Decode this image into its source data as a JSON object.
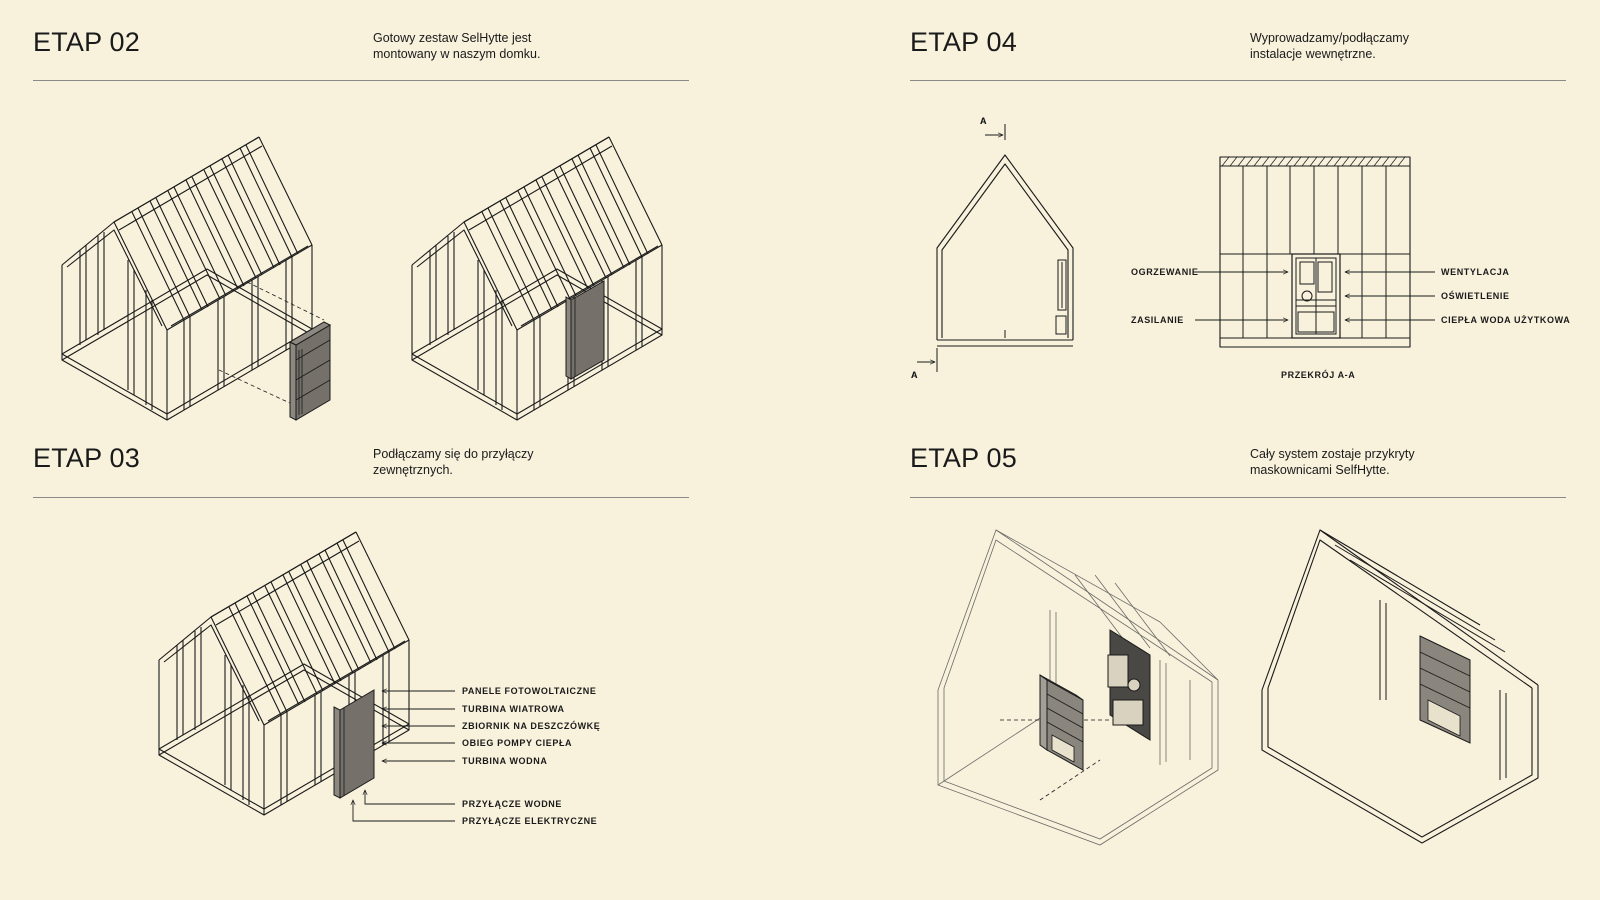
{
  "etap02": {
    "title": "ETAP 02",
    "desc_line1": "Gotowy zestaw SelHytte jest",
    "desc_line2": "montowany w naszym domku."
  },
  "etap03": {
    "title": "ETAP 03",
    "desc_line1": "Podłączamy się do przyłączy",
    "desc_line2": "zewnętrznych.",
    "labels": [
      "PANELE FOTOWOLTAICZNE",
      "TURBINA WIATROWA",
      "ZBIORNIK NA DESZCZÓWKĘ",
      "OBIEG POMPY CIEPŁA",
      "TURBINA WODNA",
      "PRZYŁĄCZE WODNE",
      "PRZYŁĄCZE ELEKTRYCZNE"
    ]
  },
  "etap04": {
    "title": "ETAP 04",
    "desc_line1": "Wyprowadzamy/podłączamy",
    "desc_line2": "instalacje wewnętrzne.",
    "section_mark": "A",
    "section_caption": "PRZEKRÓJ A-A",
    "labels_left": [
      "OGRZEWANIE",
      "ZASILANIE"
    ],
    "labels_right": [
      "WENTYLACJA",
      "OŚWIETLENIE",
      "CIEPŁA WODA UŻYTKOWA"
    ]
  },
  "etap05": {
    "title": "ETAP 05",
    "desc_line1": "Cały system zostaje przykryty",
    "desc_line2": "maskownicami SelfHytte."
  }
}
